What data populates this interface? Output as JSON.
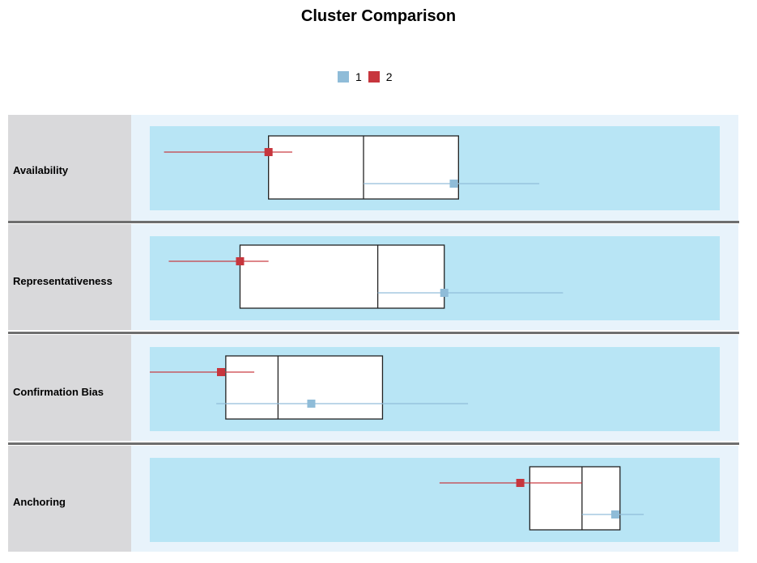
{
  "chart_data": {
    "type": "box",
    "title": "Cluster Comparison",
    "legend": {
      "position": "top-center",
      "entries": [
        {
          "name": "1",
          "color": "#8fbcd8"
        },
        {
          "name": "2",
          "color": "#c7363d"
        }
      ]
    },
    "categories": [
      "Availability",
      "Representativeness",
      "Confirmation Bias",
      "Anchoring"
    ],
    "boxes": [
      {
        "category": "Availability",
        "q1": 0.25,
        "median": 0.45,
        "q3": 0.65
      },
      {
        "category": "Representativeness",
        "q1": 0.19,
        "median": 0.48,
        "q3": 0.62
      },
      {
        "category": "Confirmation Bias",
        "q1": 0.16,
        "median": 0.27,
        "q3": 0.49
      },
      {
        "category": "Anchoring",
        "q1": 0.8,
        "median": 0.91,
        "q3": 0.99
      }
    ],
    "series": [
      {
        "name": "1",
        "color": "#8fbcd8",
        "points": [
          {
            "category": "Availability",
            "center": 0.64,
            "low": 0.45,
            "high": 0.82
          },
          {
            "category": "Representativeness",
            "center": 0.62,
            "low": 0.48,
            "high": 0.87
          },
          {
            "category": "Confirmation Bias",
            "center": 0.34,
            "low": 0.14,
            "high": 0.67
          },
          {
            "category": "Anchoring",
            "center": 0.98,
            "low": 0.91,
            "high": 1.04
          }
        ]
      },
      {
        "name": "2",
        "color": "#c7363d",
        "points": [
          {
            "category": "Availability",
            "center": 0.25,
            "low": 0.03,
            "high": 0.3
          },
          {
            "category": "Representativeness",
            "center": 0.19,
            "low": 0.04,
            "high": 0.25
          },
          {
            "category": "Confirmation Bias",
            "center": 0.15,
            "low": 0.0,
            "high": 0.22
          },
          {
            "category": "Anchoring",
            "center": 0.78,
            "low": 0.61,
            "high": 0.91
          }
        ]
      }
    ],
    "xlim": [
      0,
      1.2
    ],
    "grid": false
  }
}
